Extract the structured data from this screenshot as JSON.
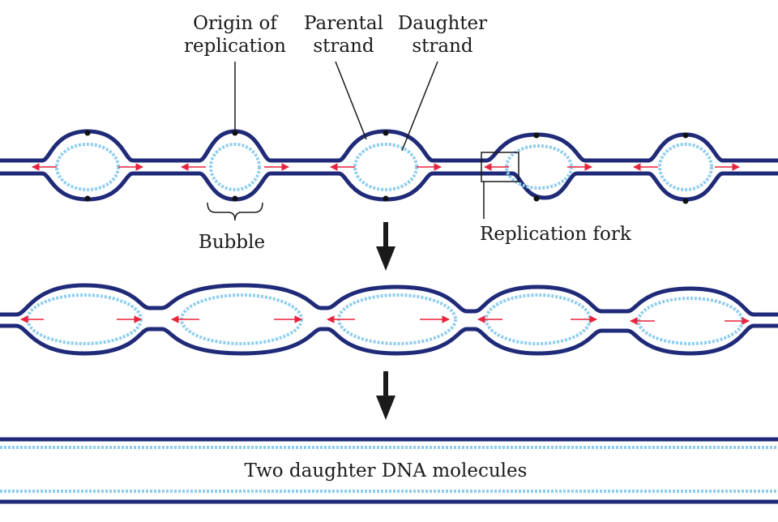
{
  "labels": {
    "origin_line1": "Origin of",
    "origin_line2": "replication",
    "parental_line1": "Parental",
    "parental_line2": "strand",
    "daughter_line1": "Daughter",
    "daughter_line2": "strand",
    "bubble": "Bubble",
    "replication_fork": "Replication fork",
    "result": "Two daughter DNA molecules"
  },
  "colors": {
    "parental_strand": "#1f2a78",
    "daughter_strand": "#8fcdf0",
    "fork_arrow": "#e8233c"
  }
}
